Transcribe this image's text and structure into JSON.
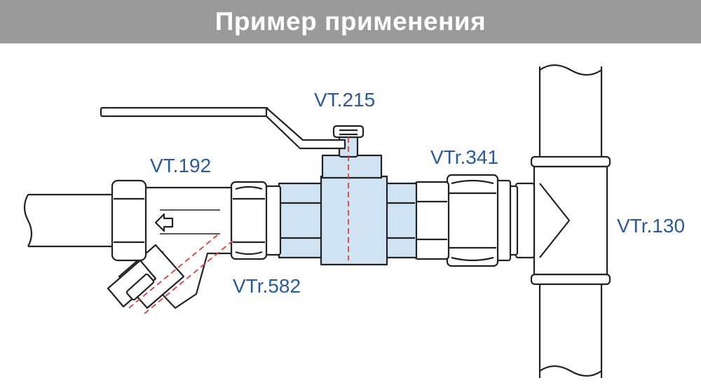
{
  "header": {
    "title": "Пример применения",
    "background": "#9a9a9a",
    "text_color": "#ffffff"
  },
  "diagram": {
    "labels": {
      "vt215": "VT.215",
      "vt192": "VT.192",
      "vtr341": "VTr.341",
      "vtr582": "VTr.582",
      "vtr130": "VTr.130"
    },
    "colors": {
      "label": "#2a5a9a",
      "valve_fill": "#cfe3f3",
      "center_line": "#d84040",
      "stroke": "#222222"
    }
  }
}
